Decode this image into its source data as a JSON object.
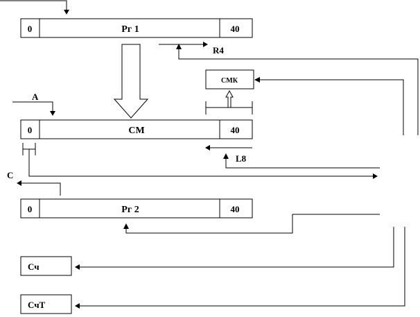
{
  "registers": {
    "rg1": {
      "left": "0",
      "name": "Рг 1",
      "right": "40"
    },
    "sm": {
      "left": "0",
      "name": "СМ",
      "right": "40"
    },
    "rg2": {
      "left": "0",
      "name": "Рг 2",
      "right": "40"
    }
  },
  "smk_label": "СМК",
  "counters": {
    "sch": "Сч",
    "scht": "СчТ"
  },
  "signals": {
    "r4": "R4",
    "a": "A",
    "l8": "L8",
    "c": "C"
  }
}
